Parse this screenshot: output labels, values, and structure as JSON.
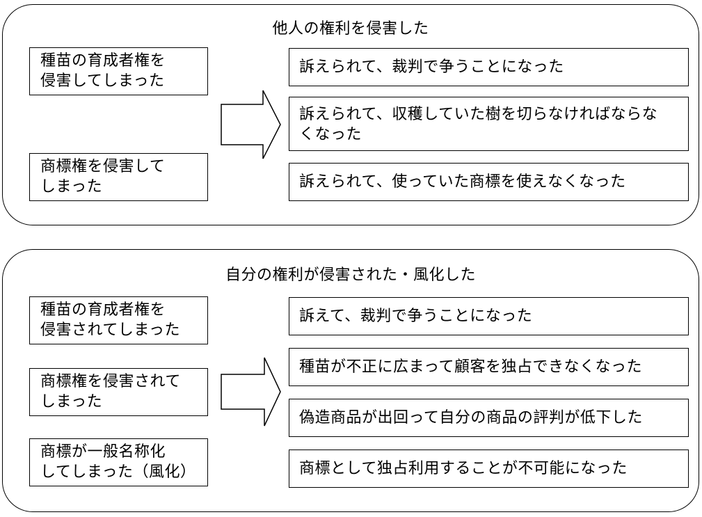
{
  "sections": [
    {
      "title": "他人の権利を侵害した",
      "causes": [
        [
          "種苗の育成者権を",
          "侵害してしまった"
        ],
        [
          "商標権を侵害して",
          "しまった"
        ]
      ],
      "consequences": [
        [
          "訴えられて、裁判で争うことになった"
        ],
        [
          "訴えられて、収穫していた樹を切らなければならな",
          "くなった"
        ],
        [
          "訴えられて、使っていた商標を使えなくなった"
        ]
      ]
    },
    {
      "title": "自分の権利が侵害された・風化した",
      "causes": [
        [
          "種苗の育成者権を",
          "侵害されてしまった"
        ],
        [
          "商標権を侵害されて",
          "しまった"
        ],
        [
          "商標が一般名称化",
          "してしまった（風化）"
        ]
      ],
      "consequences": [
        [
          "訴えて、裁判で争うことになった"
        ],
        [
          "種苗が不正に広まって顧客を独占できなくなった"
        ],
        [
          "偽造商品が出回って自分の商品の評判が低下した"
        ],
        [
          "商標として独占利用することが不可能になった"
        ]
      ]
    }
  ]
}
